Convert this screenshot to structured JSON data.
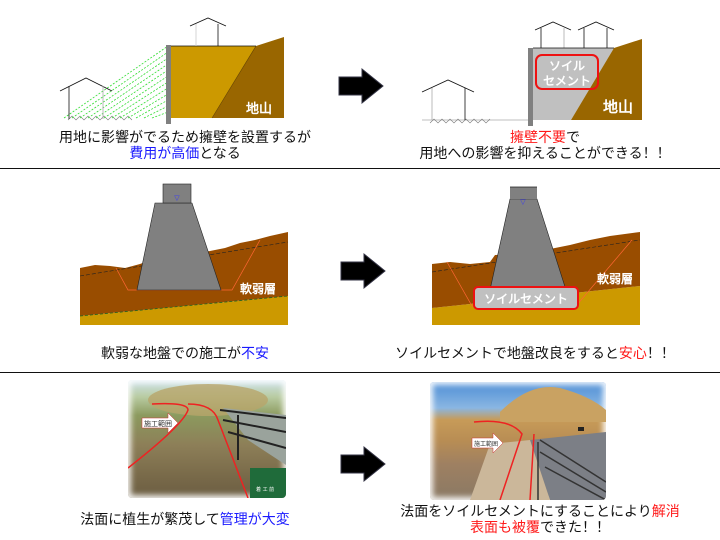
{
  "sections": [
    {
      "id": "retaining-wall",
      "before": {
        "diagram_label": "地山",
        "caption_line1": "用地に影響がでるため擁壁を設置するが",
        "caption_line2_highlight": "費用が高価",
        "caption_line2_rest": "となる"
      },
      "after": {
        "material_label_line1": "ソイル",
        "material_label_line2": "セメント",
        "diagram_label": "地山",
        "caption_line1_highlight": "擁壁不要",
        "caption_line1_rest": "で",
        "caption_line2": "用地への影響を抑えることができる！！"
      }
    },
    {
      "id": "soft-ground",
      "before": {
        "diagram_label": "軟弱層",
        "caption_text": "軟弱な地盤での施工が",
        "caption_highlight": "不安"
      },
      "after": {
        "material_label": "ソイルセメント",
        "diagram_label": "軟弱層",
        "caption_text": "ソイルセメントで地盤改良をすると",
        "caption_highlight": "安心",
        "caption_tail": "！！"
      }
    },
    {
      "id": "slope-vegetation",
      "before": {
        "photo_tag": "施工範囲",
        "sign_text": "着 工 前",
        "caption_text": "法面に植生が繁茂して",
        "caption_highlight": "管理が大変"
      },
      "after": {
        "photo_tag": "施工範囲",
        "caption_line1_text": "法面をソイルセメントにすることにより",
        "caption_line1_highlight": "解消",
        "caption_line2_highlight": "表面も被覆",
        "caption_line2_rest": "できた！！"
      }
    }
  ],
  "colors": {
    "highlight_blue": "#1a1aff",
    "highlight_red": "#ff1a1a",
    "soil_fill": "#cc9900",
    "natural_ground": "#996600",
    "soft_layer": "#994d00",
    "soil_cement_gray": "#c0c0c0",
    "structure_gray": "#808080"
  }
}
